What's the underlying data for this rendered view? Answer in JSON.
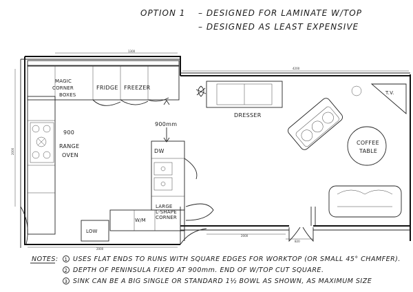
{
  "header": {
    "option": "OPTION 1",
    "line1": "– DESIGNED FOR LAMINATE W/TOP",
    "line2": "– DESIGNED AS LEAST EXPENSIVE"
  },
  "labels": {
    "magic_corner": [
      "MAGIC",
      "CORNER",
      "BOXES"
    ],
    "fridge": "FRIDGE",
    "freezer": "FREEZER",
    "dimension_900": "900mm",
    "range": [
      "900",
      "RANGE",
      "OVEN"
    ],
    "dw": "DW",
    "large_corner": [
      "LARGE",
      "L-SHAPE",
      "CORNER"
    ],
    "wm": "W/M",
    "low": "LOW",
    "dresser": "DRESSER",
    "coffee_table": [
      "COFFEE",
      "TABLE"
    ],
    "tv": "T.V."
  },
  "dimensions": {
    "top_wall": "1300",
    "range_wall": "2000",
    "right_wall_top": "4200",
    "bottom_left": "2000",
    "door": "820",
    "bay": "2000"
  },
  "notes": {
    "heading": "NOTES:",
    "items": [
      "USES FLAT ENDS TO RUNS WITH SQUARE EDGES FOR WORKTOP (OR SMALL 45° CHAMFER).",
      "DEPTH OF PENINSULA FIXED AT 900mm. END OF W/TOP CUT SQUARE.",
      "SINK CAN BE A BIG SINGLE OR STANDARD 1½ BOWL AS SHOWN, AS MAXIMUM SIZE"
    ],
    "markers": [
      "1",
      "2",
      "3"
    ]
  }
}
